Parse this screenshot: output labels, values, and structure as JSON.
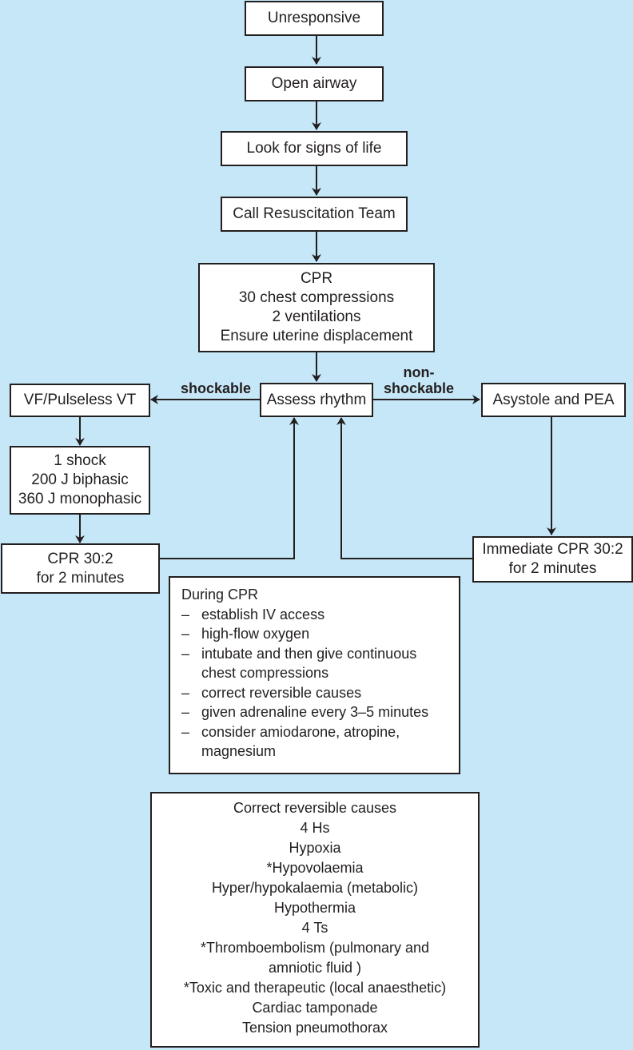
{
  "flowchart": {
    "unresponsive": "Unresponsive",
    "open_airway": "Open airway",
    "signs_of_life": "Look for signs of life",
    "call_team": "Call Resuscitation Team",
    "cpr": [
      "CPR",
      "30 chest compressions",
      "2 ventilations",
      "Ensure uterine displacement"
    ],
    "assess_rhythm": "Assess rhythm",
    "shockable_label": "shockable",
    "nonshockable_label": [
      "non-",
      "shockable"
    ],
    "vf_vt": "VF/Pulseless VT",
    "shock": [
      "1 shock",
      "200 J biphasic",
      "360 J monophasic"
    ],
    "cpr_shockable": [
      "CPR 30:2",
      "for 2 minutes"
    ],
    "asystole_pea": "Asystole and PEA",
    "cpr_nonshockable": [
      "Immediate CPR 30:2",
      "for 2 minutes"
    ],
    "during_cpr": {
      "title": "During CPR",
      "dash": "–",
      "items": [
        [
          "establish IV access"
        ],
        [
          "high-flow oxygen"
        ],
        [
          "intubate and then give continuous",
          "chest compressions"
        ],
        [
          "correct reversible causes"
        ],
        [
          "given adrenaline every 3–5 minutes"
        ],
        [
          "consider amiodarone, atropine,",
          "magnesium"
        ]
      ]
    },
    "reversible_causes": [
      "Correct reversible causes",
      "4 Hs",
      "Hypoxia",
      "*Hypovolaemia",
      "Hyper/hypokalaemia (metabolic)",
      "Hypothermia",
      "4 Ts",
      "*Thromboembolism (pulmonary and",
      "amniotic fluid )",
      "*Toxic and therapeutic (local anaesthetic)",
      "Cardiac tamponade",
      "Tension pneumothorax"
    ]
  },
  "colors": {
    "background": "#c6e7f7",
    "box": "#ffffff",
    "line": "#231f20"
  }
}
